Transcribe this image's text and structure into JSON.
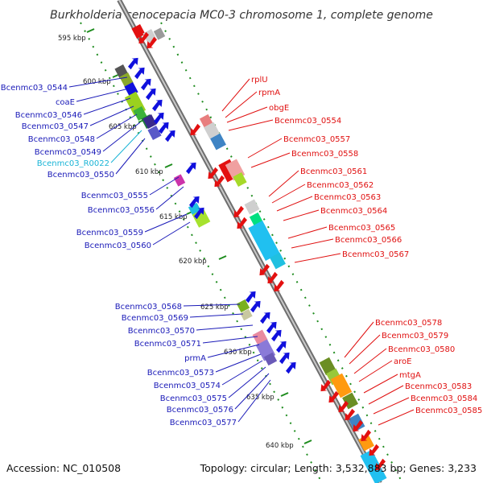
{
  "title": "Burkholderia cenocepacia MC0-3 chromosome 1, complete genome",
  "accession": "Accession: NC_010508",
  "topology": "Topology: circular; Length: 3,532,883 bp; Genes: 3,233",
  "colors": {
    "backbone": "#8c8c8c",
    "left_label": "#1a1ab8",
    "right_label": "#e01010",
    "rna_label": "#19b4d6",
    "tick": "#1e8c1e",
    "forward_gene": "#1010dd",
    "reverse_gene": "#e31010"
  },
  "ticks": [
    "595 kbp",
    "600 kbp",
    "605 kbp",
    "610 kbp",
    "615 kbp",
    "620 kbp",
    "625 kbp",
    "630 kbp",
    "635 kbp",
    "640 kbp"
  ],
  "left_genes": [
    {
      "name": "Bcenmc03_0544",
      "kind": "gene"
    },
    {
      "name": "coaE",
      "kind": "gene"
    },
    {
      "name": "Bcenmc03_0546",
      "kind": "gene"
    },
    {
      "name": "Bcenmc03_0547",
      "kind": "gene"
    },
    {
      "name": "Bcenmc03_0548",
      "kind": "gene"
    },
    {
      "name": "Bcenmc03_0549",
      "kind": "gene"
    },
    {
      "name": "Bcenmc03_R0022",
      "kind": "rna"
    },
    {
      "name": "Bcenmc03_0550",
      "kind": "gene"
    },
    {
      "name": "Bcenmc03_0555",
      "kind": "gene"
    },
    {
      "name": "Bcenmc03_0556",
      "kind": "gene"
    },
    {
      "name": "Bcenmc03_0559",
      "kind": "gene"
    },
    {
      "name": "Bcenmc03_0560",
      "kind": "gene"
    },
    {
      "name": "Bcenmc03_0568",
      "kind": "gene"
    },
    {
      "name": "Bcenmc03_0569",
      "kind": "gene"
    },
    {
      "name": "Bcenmc03_0570",
      "kind": "gene"
    },
    {
      "name": "Bcenmc03_0571",
      "kind": "gene"
    },
    {
      "name": "prmA",
      "kind": "gene"
    },
    {
      "name": "Bcenmc03_0573",
      "kind": "gene"
    },
    {
      "name": "Bcenmc03_0574",
      "kind": "gene"
    },
    {
      "name": "Bcenmc03_0575",
      "kind": "gene"
    },
    {
      "name": "Bcenmc03_0576",
      "kind": "gene"
    },
    {
      "name": "Bcenmc03_0577",
      "kind": "gene"
    }
  ],
  "right_genes": [
    {
      "name": "rplU"
    },
    {
      "name": "rpmA"
    },
    {
      "name": "obgE"
    },
    {
      "name": "Bcenmc03_0554"
    },
    {
      "name": "Bcenmc03_0557"
    },
    {
      "name": "Bcenmc03_0558"
    },
    {
      "name": "Bcenmc03_0561"
    },
    {
      "name": "Bcenmc03_0562"
    },
    {
      "name": "Bcenmc03_0563"
    },
    {
      "name": "Bcenmc03_0564"
    },
    {
      "name": "Bcenmc03_0565"
    },
    {
      "name": "Bcenmc03_0566"
    },
    {
      "name": "Bcenmc03_0567"
    },
    {
      "name": "Bcenmc03_0578"
    },
    {
      "name": "Bcenmc03_0579"
    },
    {
      "name": "Bcenmc03_0580"
    },
    {
      "name": "aroE"
    },
    {
      "name": "mtgA"
    },
    {
      "name": "Bcenmc03_0583"
    },
    {
      "name": "Bcenmc03_0584"
    },
    {
      "name": "Bcenmc03_0585"
    }
  ]
}
